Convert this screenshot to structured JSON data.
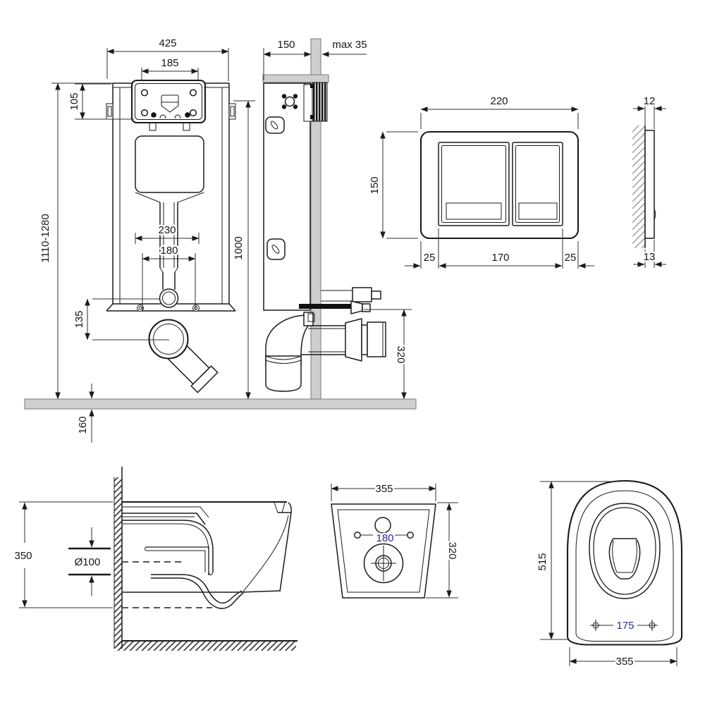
{
  "drawing": {
    "type": "installation-dimensions-technical-drawing",
    "subject": "wall-hung toilet with concealed cistern frame, flush plate and bowl"
  },
  "colors": {
    "line": "#1b1b1b",
    "surface_gray": "#cfcfcf",
    "blue_dim_text": "#2b2b8f"
  },
  "dims": {
    "frame_width": "425",
    "frame_inner_width": "185",
    "frame_box_height": "105",
    "frame_height_range": "1110-1280",
    "frame_pipe_width": "230",
    "frame_pipe_inner": "180",
    "frame_drain_offset": "135",
    "floor_thickness": "160",
    "side_depth": "150",
    "side_wall_max": "max 35",
    "side_mount_height": "1000",
    "side_drain_height": "320",
    "plate_width": "220",
    "plate_height": "150",
    "plate_margin_left": "25",
    "plate_buttons_width": "170",
    "plate_margin_right": "25",
    "plate_thickness_top": "12",
    "plate_thickness_bottom": "13",
    "bowl_height": "350",
    "bowl_pipe_diameter": "Ø100",
    "rear_width": "355",
    "rear_hole_spacing": "180",
    "rear_height": "320",
    "top_length": "515",
    "top_hole_spacing": "175",
    "top_width": "355"
  }
}
